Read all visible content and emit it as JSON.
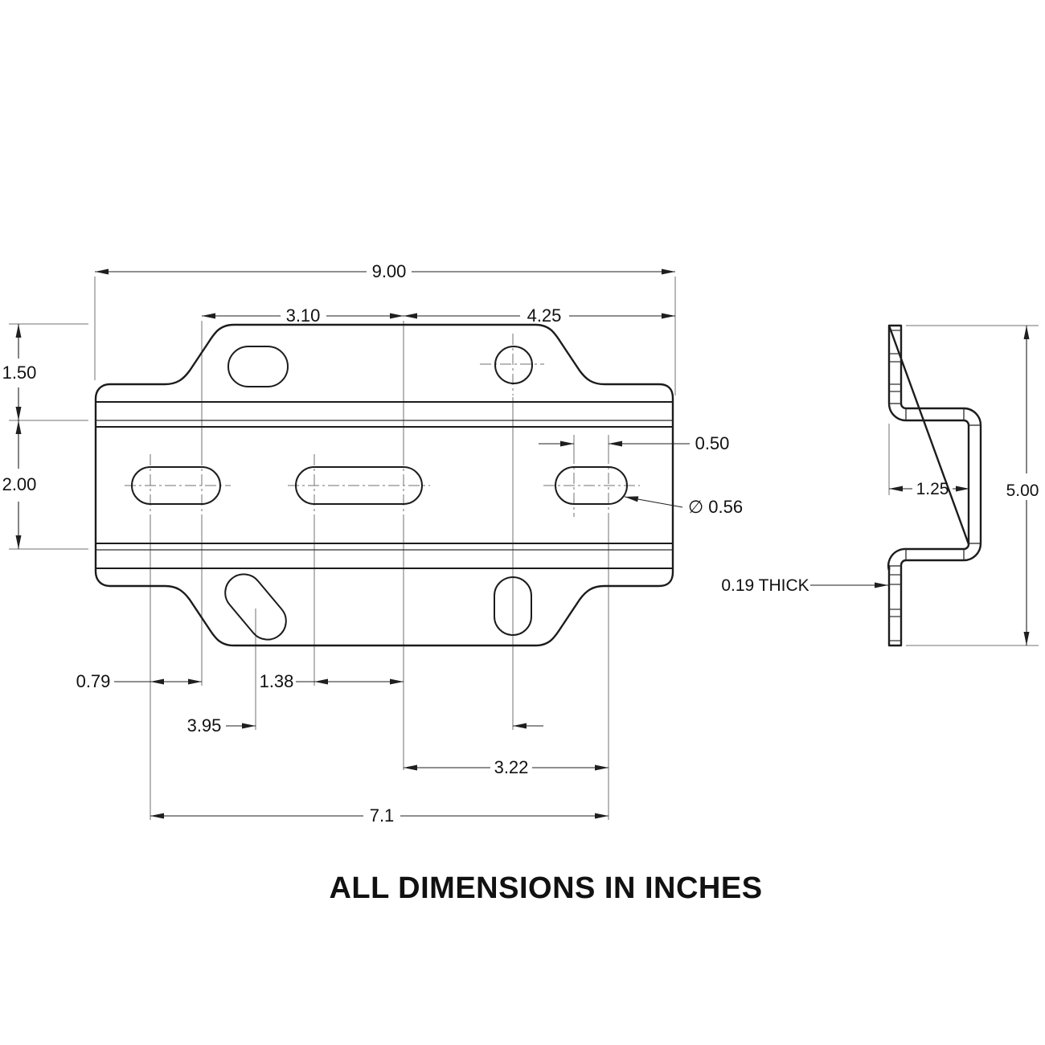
{
  "note": "ALL DIMENSIONS IN INCHES",
  "front_view": {
    "overall_width": "9.00",
    "tab_left_offset": "3.10",
    "tab_right_offset": "4.25",
    "flange_height": "1.50",
    "body_height": "2.00",
    "slot_center_spacing": "0.50",
    "slot_diameter": "∅ 0.56",
    "left_slot_length": "0.79",
    "left_hole_offset": "3.95",
    "center_slot_length": "1.38",
    "right_hole_offset": "3.22",
    "slot_span": "7.1"
  },
  "side_view": {
    "offset_depth": "1.25",
    "overall_height": "5.00",
    "thickness_note": "0.19 THICK"
  }
}
